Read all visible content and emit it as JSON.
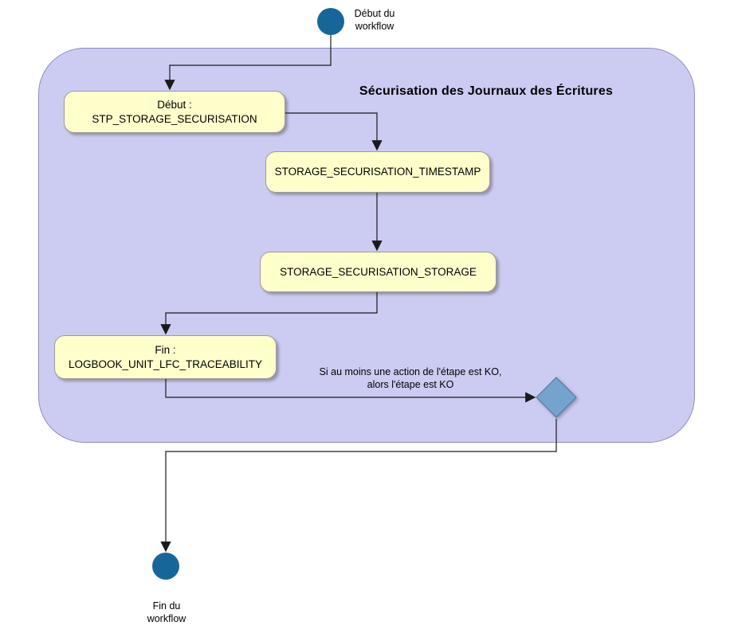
{
  "diagram": {
    "title": "Sécurisation des Journaux des Écritures",
    "start_node": {
      "label": [
        "Début du",
        "workflow"
      ]
    },
    "end_node": {
      "label": [
        "Fin du",
        "workflow"
      ]
    },
    "steps": [
      {
        "lines": [
          "Début :",
          "STP_STORAGE_SECURISATION"
        ]
      },
      {
        "lines": [
          "STORAGE_SECURISATION_TIMESTAMP"
        ]
      },
      {
        "lines": [
          "STORAGE_SECURISATION_STORAGE"
        ]
      },
      {
        "lines": [
          "Fin :",
          "LOGBOOK_UNIT_LFC_TRACEABILITY"
        ]
      }
    ],
    "decision_annotation": [
      "Si au moins une action de l'étape est KO,",
      "alors l'étape est KO"
    ],
    "colors": {
      "start_end_node_fill": "#17669a",
      "container_fill": "#ccccf2",
      "container_border": "#8c8cbe",
      "step_fill": "#ffffcc",
      "step_border": "#9c9c9c",
      "diamond_fill": "#74a3ce",
      "diamond_border": "#4a769f",
      "connector": "#1a1a1a",
      "text": "#000000"
    }
  }
}
